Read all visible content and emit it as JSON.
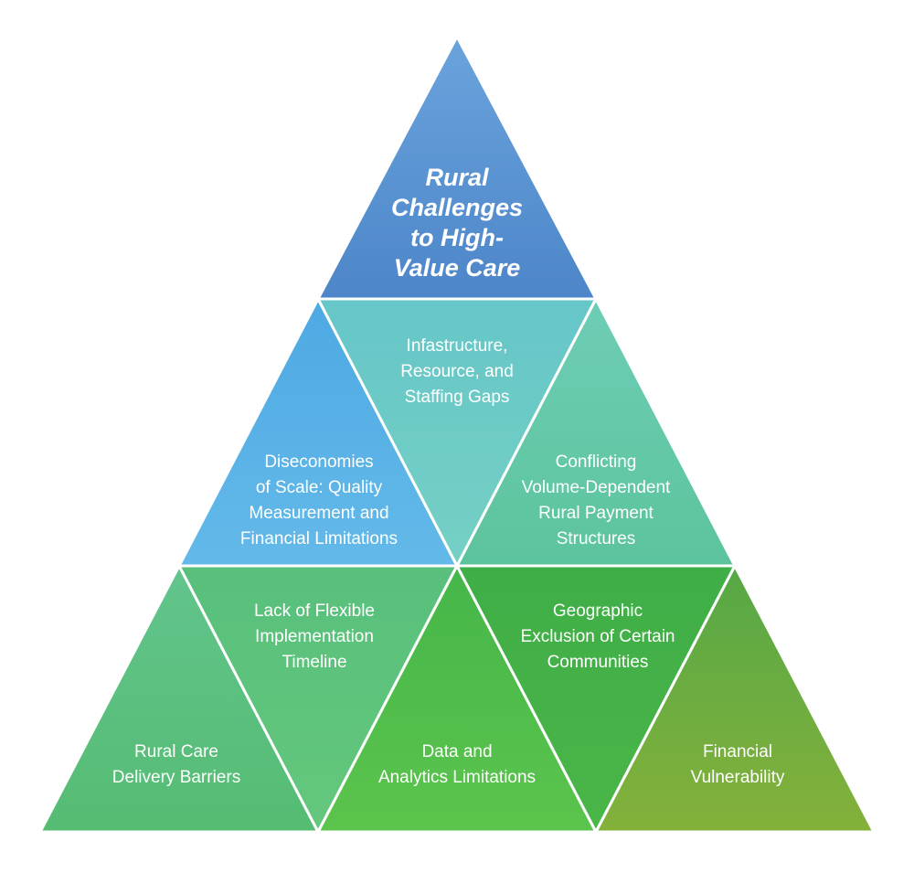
{
  "apex": {
    "title_lines": [
      "Rural",
      "Challenges",
      "to High-",
      "Value Care"
    ]
  },
  "segments": {
    "infrastructure": {
      "lines": [
        "Infastructure,",
        "Resource, and",
        "Staffing Gaps"
      ]
    },
    "diseconomies": {
      "lines": [
        "Diseconomies",
        "of Scale: Quality",
        "Measurement and",
        "Financial Limitations"
      ]
    },
    "conflicting": {
      "lines": [
        "Conflicting",
        "Volume-Dependent",
        "Rural Payment",
        "Structures"
      ]
    },
    "flexible": {
      "lines": [
        "Lack of Flexible",
        "Implementation",
        "Timeline"
      ]
    },
    "geographic": {
      "lines": [
        "Geographic",
        "Exclusion of Certain",
        "Communities"
      ]
    },
    "rural_care": {
      "lines": [
        "Rural Care",
        "Delivery Barriers"
      ]
    },
    "data": {
      "lines": [
        "Data and",
        "Analytics Limitations"
      ]
    },
    "financial": {
      "lines": [
        "Financial",
        "Vulnerability"
      ]
    }
  },
  "colors": {
    "apex": "#5b97d3",
    "infrastructure": "#6ccbc7",
    "diseconomies": "#5cb2e6",
    "conflicting": "#65c9a7",
    "flexible": "#5ec47b",
    "geographic": "#43b045",
    "rural_care": "#5bc07f",
    "data": "#4fbd47",
    "financial": "#6fa93f"
  }
}
